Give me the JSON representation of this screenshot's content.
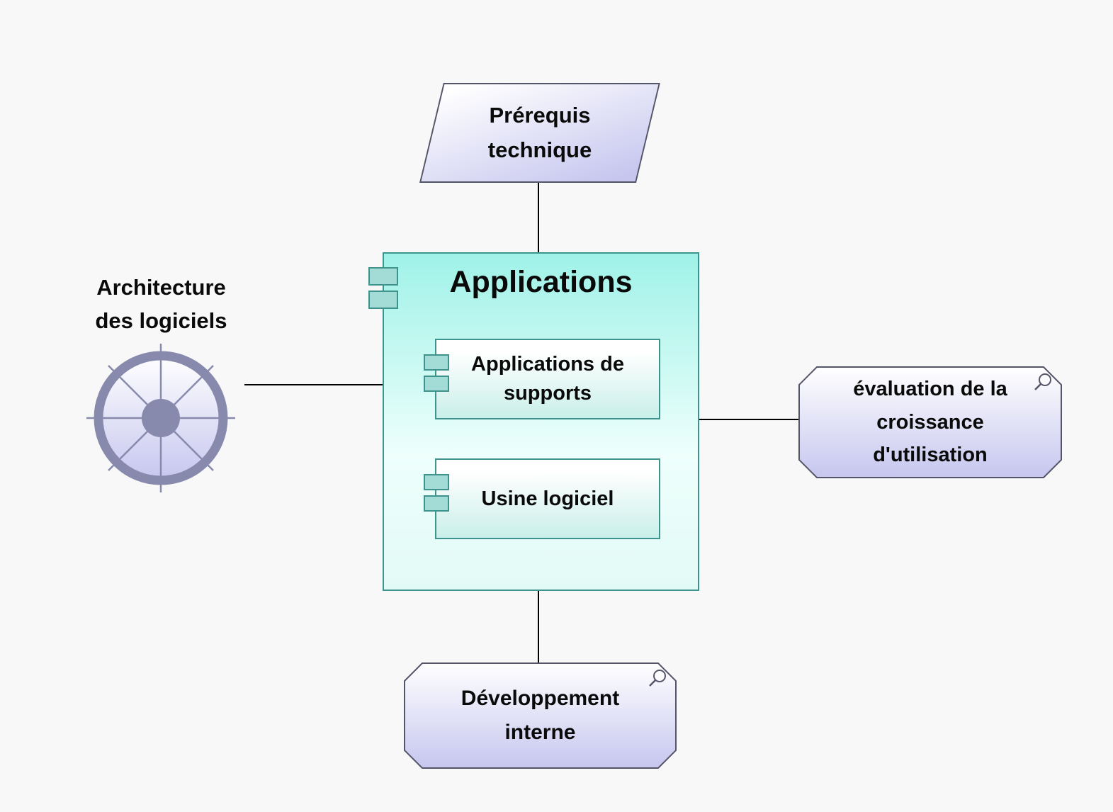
{
  "diagram": {
    "nodes": {
      "prerequis": {
        "label": "Prérequis\ntechnique",
        "shape": "parallelogram"
      },
      "applications": {
        "title": "Applications",
        "shape": "component"
      },
      "app_supports": {
        "label": "Applications de\nsupports",
        "shape": "component"
      },
      "usine": {
        "label": "Usine logiciel",
        "shape": "component"
      },
      "architecture": {
        "label": "Architecture\ndes logiciels",
        "shape": "wheel-icon"
      },
      "evaluation": {
        "label": "évaluation de la\ncroissance\nd'utilisation",
        "shape": "octagon",
        "has_magnifier": true
      },
      "developpement": {
        "label": "Développement\ninterne",
        "shape": "octagon",
        "has_magnifier": true
      }
    },
    "edges": [
      {
        "from": "prerequis",
        "to": "applications"
      },
      {
        "from": "architecture",
        "to": "applications"
      },
      {
        "from": "applications",
        "to": "evaluation"
      },
      {
        "from": "applications",
        "to": "developpement"
      }
    ],
    "colors": {
      "canvas_bg": "#f8f8f8",
      "lavender": "#c6c6ef",
      "cyan_top": "#9ff2e8",
      "cyan_light": "#eefffc",
      "sub_cyan": "#c9efe9",
      "teal_border": "#3e938d",
      "tab_fill": "#a3dcd7",
      "outline": "#55556a",
      "wheel_stroke": "#8789ad",
      "connector": "#000000",
      "text": "#0a0a0a"
    }
  }
}
